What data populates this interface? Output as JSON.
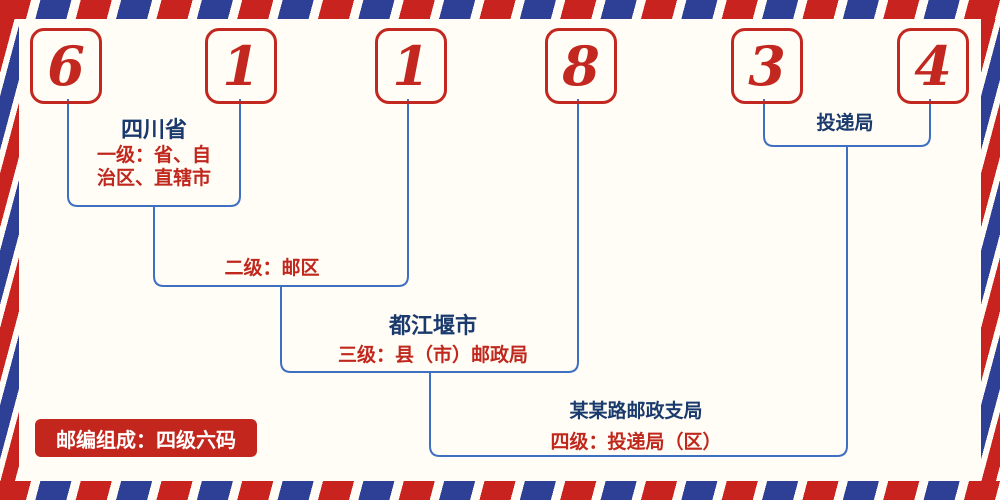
{
  "diagram": {
    "postal_code_digits": [
      "6",
      "1",
      "1",
      "8",
      "3",
      "4"
    ],
    "province": {
      "name": "四川省",
      "level_line1": "一级：省、自",
      "level_line2": "治区、直辖市"
    },
    "postal_zone": {
      "level": "二级：邮区"
    },
    "city": {
      "name": "都江堰市",
      "level": "三级：县（市）邮政局"
    },
    "branch": {
      "name": "某某路邮政支局",
      "level": "四级：投递局（区）"
    },
    "delivery_office": {
      "name": "投递局"
    },
    "badge": "邮编组成：四级六码"
  },
  "colors": {
    "stripe_red": "#c8231e",
    "stripe_blue": "#2e3f96",
    "digit_red": "#c2281f",
    "text_navy": "#1a3a6e",
    "text_red": "#c0281e",
    "line_blue": "#3f6fc1",
    "background": "#fffdf6"
  }
}
